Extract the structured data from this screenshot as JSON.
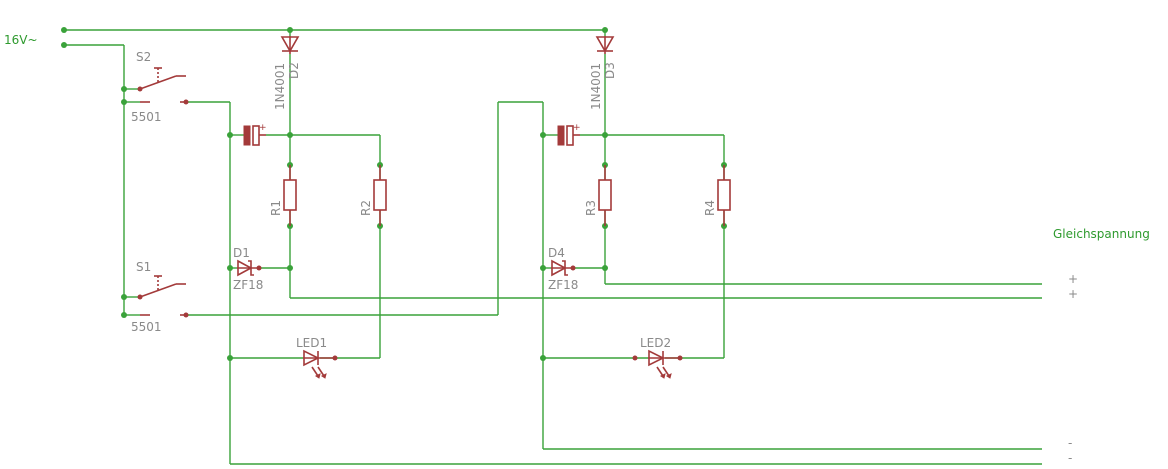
{
  "supply": {
    "label": "16V~"
  },
  "output": {
    "label": "Gleichspannung",
    "plus": "+",
    "minus": "-"
  },
  "switches": [
    {
      "name": "S2",
      "value": "5501"
    },
    {
      "name": "S1",
      "value": "5501"
    }
  ],
  "diodes": [
    {
      "name": "D2",
      "value": "1N4001"
    },
    {
      "name": "D3",
      "value": "1N4001"
    }
  ],
  "zeners": [
    {
      "name": "D1",
      "value": "ZF18"
    },
    {
      "name": "D4",
      "value": "ZF18"
    }
  ],
  "resistors": [
    "R1",
    "R2",
    "R3",
    "R4"
  ],
  "leds": [
    "LED1",
    "LED2"
  ],
  "colors": {
    "wire": "#3aa23a",
    "component": "#a33a3a",
    "label": "#8a8a8a"
  }
}
